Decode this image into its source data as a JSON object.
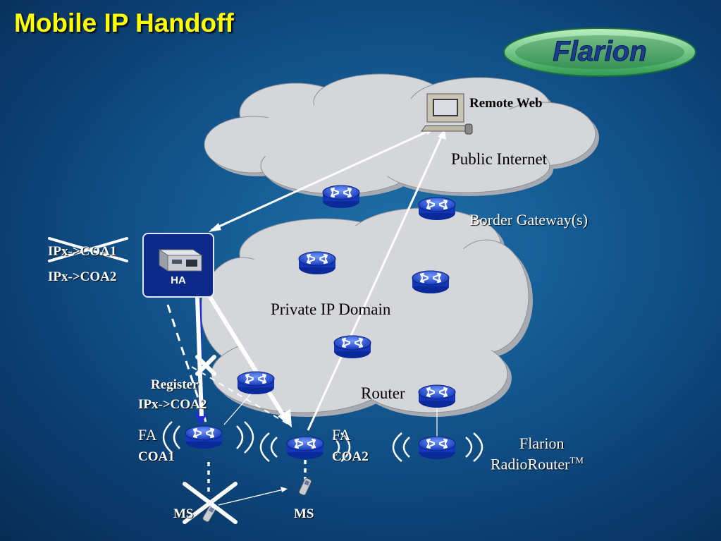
{
  "slide": {
    "title": "Mobile IP Handoff",
    "logo_text": "Flarion",
    "colors": {
      "title": "#ffff00",
      "router_blue": "#1f55e0",
      "cloud": "#d4d6da",
      "ha_box": "#0d2a8a"
    }
  },
  "diagram": {
    "nodes": {
      "remote_web": "Remote Web",
      "public_internet": "Public Internet",
      "border_gateway": "Border Gateway(s)",
      "private_domain": "Private IP Domain",
      "router": "Router",
      "ha": "HA",
      "fa_left": "FA",
      "fa_left_coa": "COA1",
      "fa_right": "FA",
      "fa_right_coa": "COA2",
      "flarion_line1": "Flarion",
      "flarion_line2": "RadioRouter",
      "flarion_tm": "TM",
      "ms_old": "MS",
      "ms_new": "MS"
    },
    "binding": {
      "old": "IPx->COA1",
      "new": "IPx->COA2"
    },
    "register": {
      "line1": "Register",
      "line2": "IPx->COA2"
    },
    "icons": [
      "computer-icon",
      "router-icon",
      "home-agent-device-icon",
      "mobile-phone-icon",
      "cross-out-icon",
      "radio-wave-icon"
    ]
  }
}
